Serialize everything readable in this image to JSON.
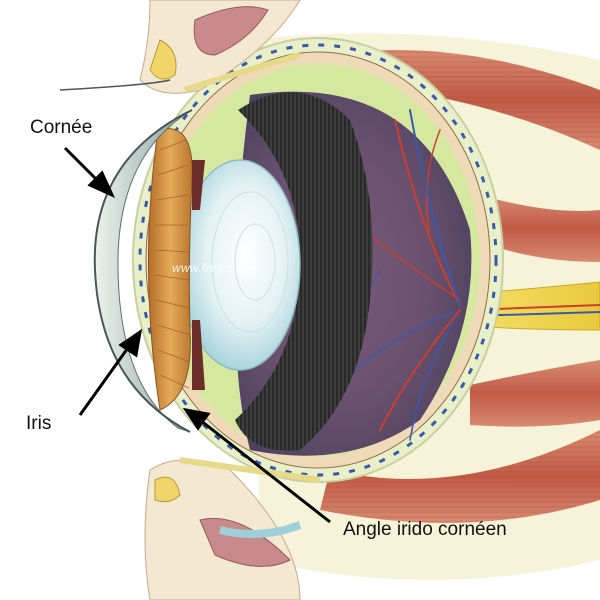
{
  "labels": {
    "cornee": "Cornée",
    "iris": "Iris",
    "angle": "Angle irido cornéen"
  },
  "watermark": "www.fregis.com",
  "colors": {
    "background": "#ffffff",
    "sclera": "#e9efc9",
    "choroid": "#5a4a66",
    "ciliary_body": "#3a3a3a",
    "lens": "#dbeef0",
    "iris": "#d79a45",
    "cornea": "#c9d7d5",
    "muscle": "#c86a55",
    "optic_nerve": "#f2d84a",
    "vessel_red": "#c8402e",
    "vessel_blue": "#3a5aa8",
    "eyelid_skin": "#f3e8d2"
  }
}
